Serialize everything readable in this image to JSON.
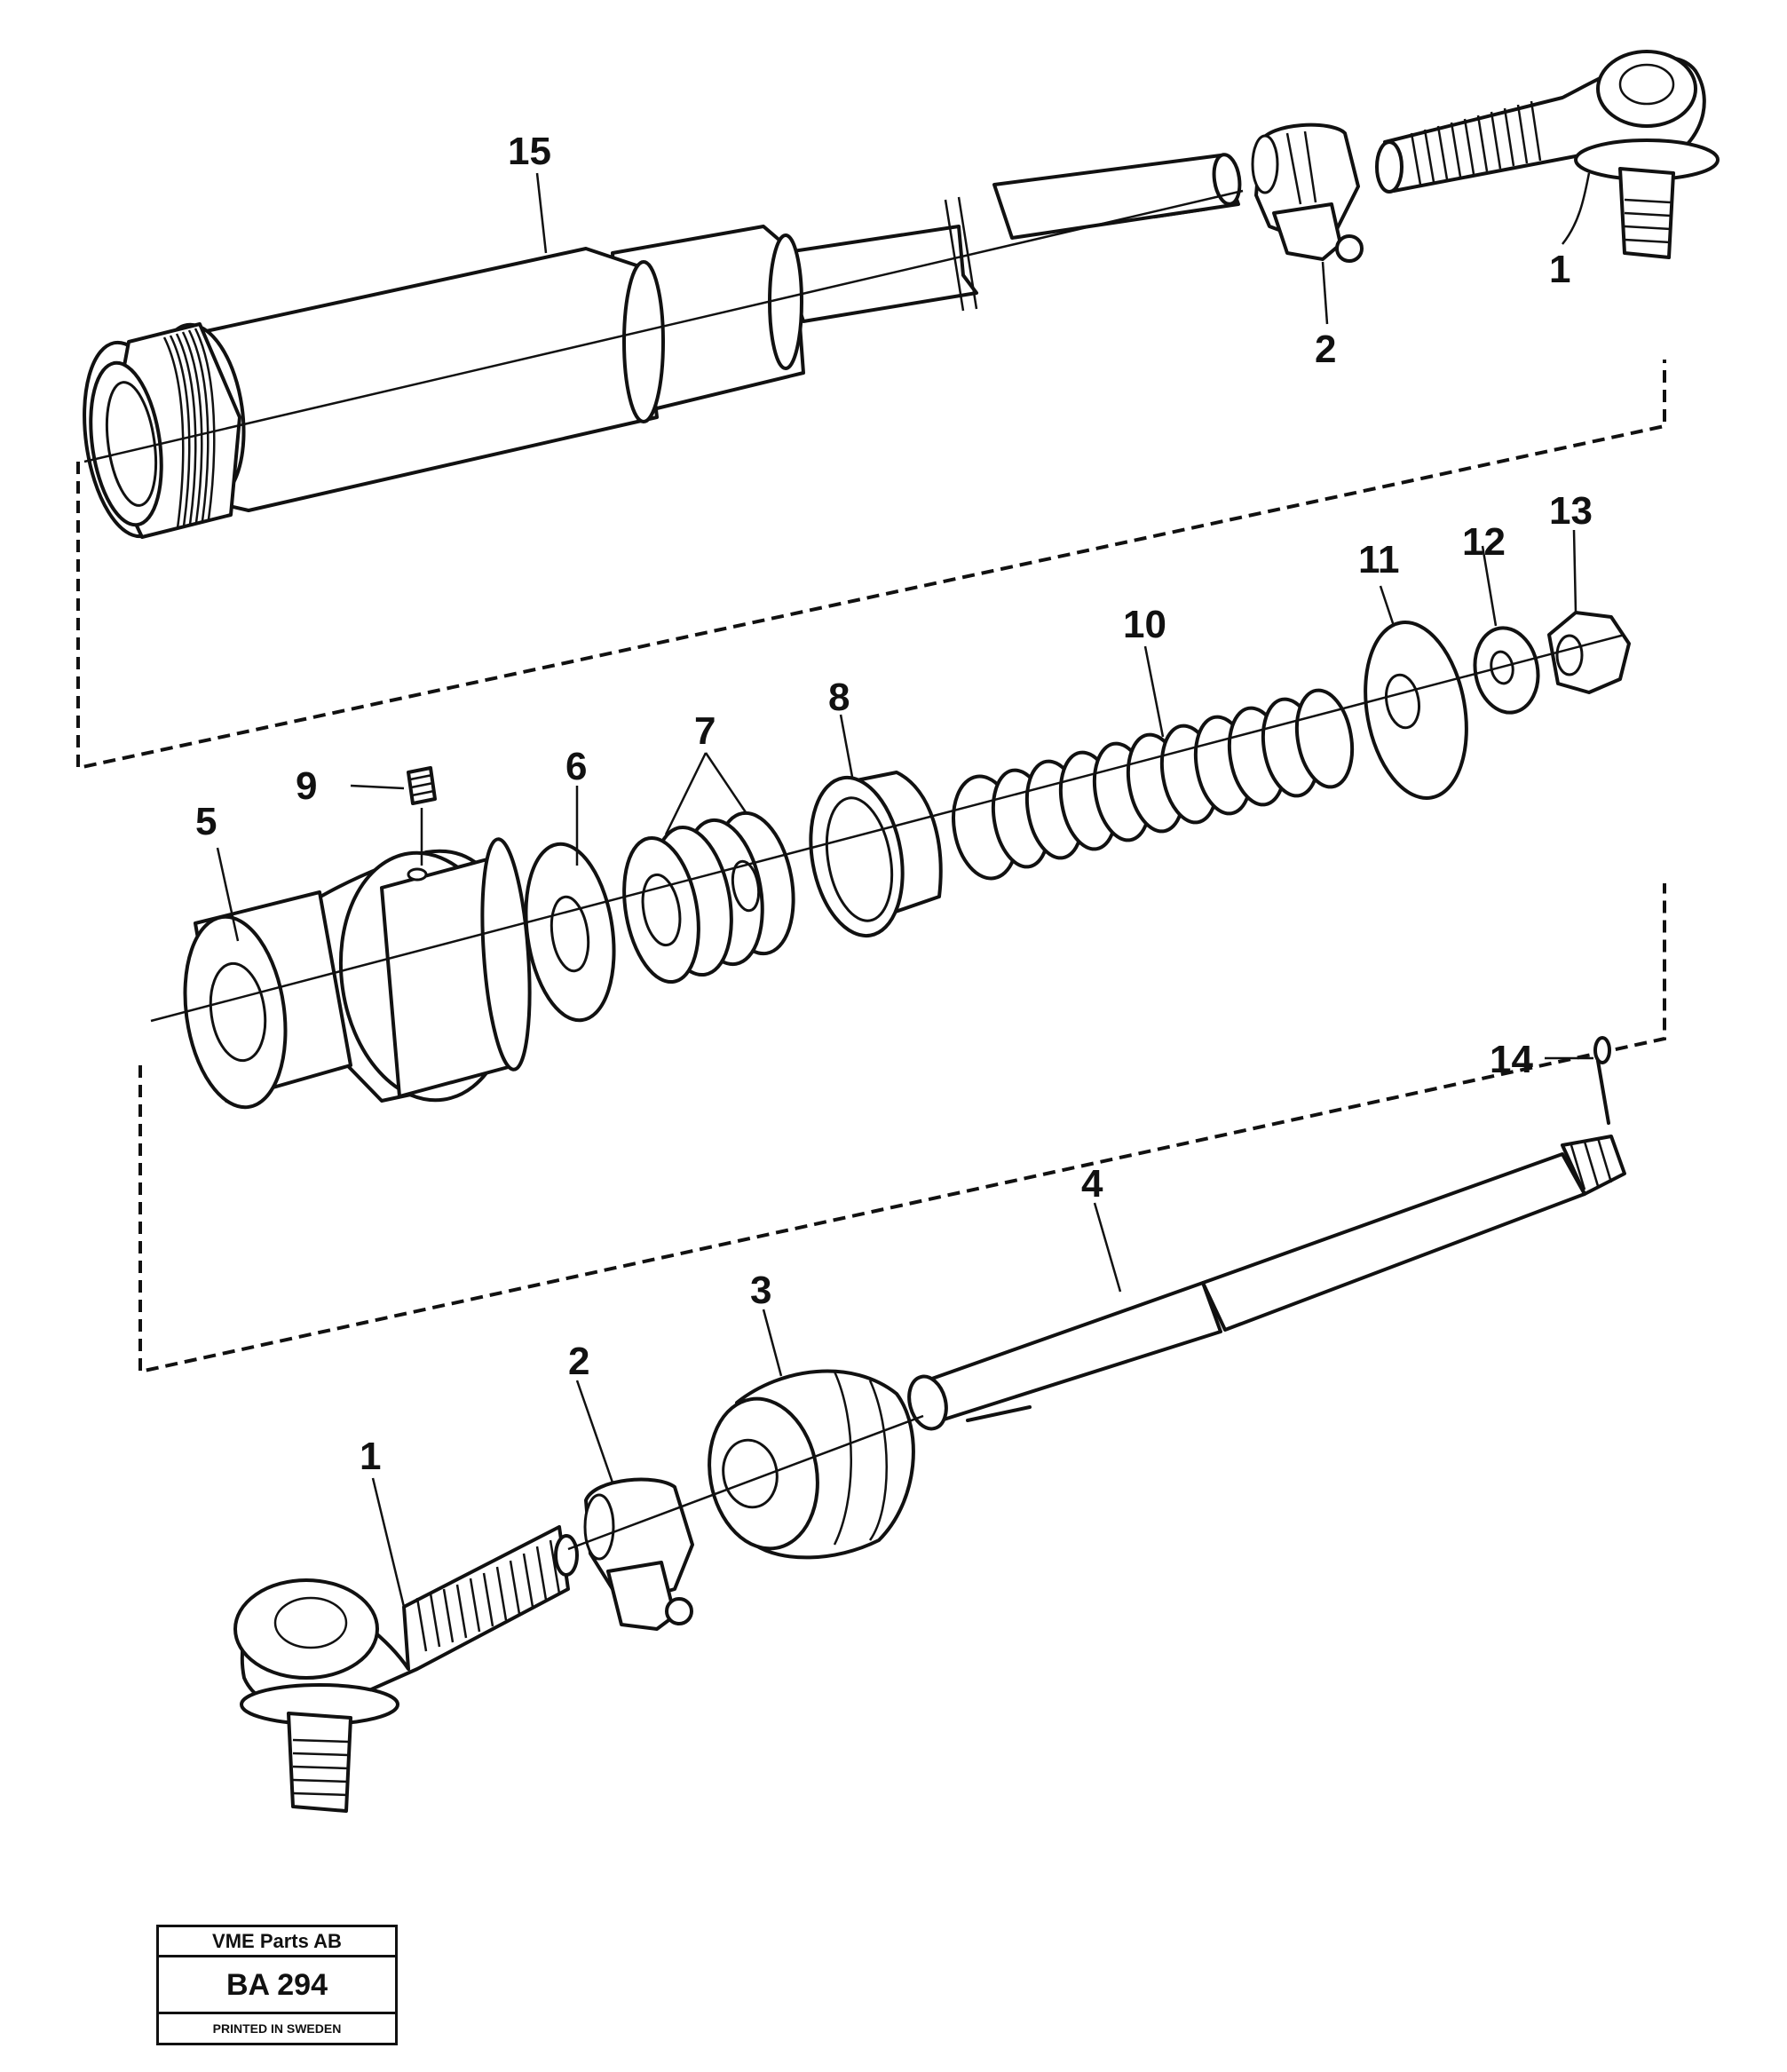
{
  "figure": {
    "callouts": {
      "n1_top": "1",
      "n2_top": "2",
      "n15": "15",
      "n5": "5",
      "n9": "9",
      "n6": "6",
      "n7": "7",
      "n8": "8",
      "n10": "10",
      "n11": "11",
      "n12": "12",
      "n13": "13",
      "n14": "14",
      "n4": "4",
      "n3": "3",
      "n2_bottom": "2",
      "n1_bottom": "1"
    }
  },
  "stamp": {
    "company": "VME Parts AB",
    "code": "BA 294",
    "printed": "PRINTED IN SWEDEN"
  }
}
